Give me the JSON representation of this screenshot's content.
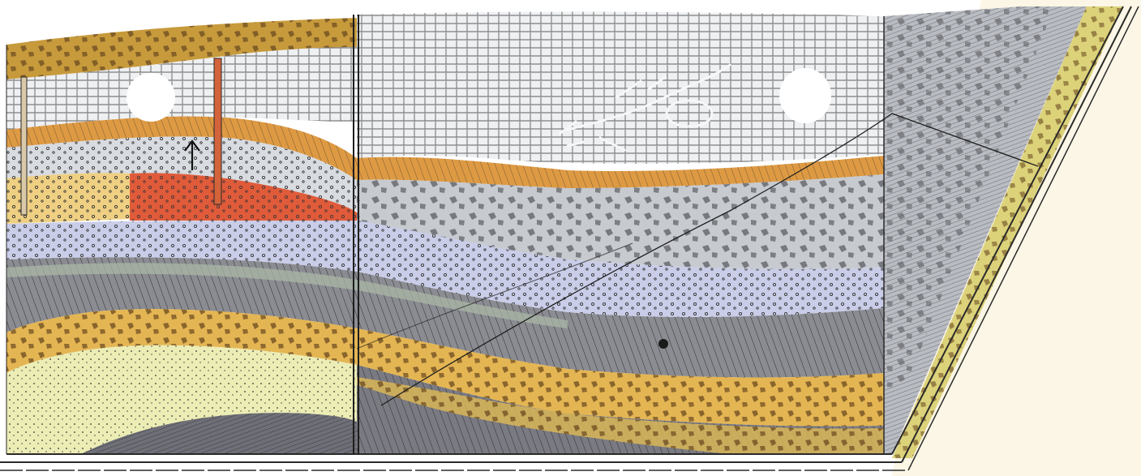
{
  "figure": {
    "kind": "geological cross-section block diagram (illustration, no printed text)",
    "colors": {
      "background": "#ffffff",
      "cream_panel": "#fbf6e6",
      "conglomerate_top": "#c79a3c",
      "sandstone_white": "#eef0f2",
      "orange_band": "#de9a43",
      "gravel_grey": "#d8dbe0",
      "yellow_gravel": "#efd083",
      "red_gravel": "#e05b3a",
      "blue_gravel": "#c9cde8",
      "shale_dark": "#8b8c92",
      "shale_green": "#a9b7a6",
      "ochre_fold": "#e4b553",
      "pale_yellow_sand": "#ecedb5",
      "deep_shale": "#6f6f78",
      "side_face_grey": "#b9bcc2",
      "side_face_yellow": "#dcd27a",
      "ink": "#2a2a2a"
    },
    "icons": [
      "well-pipe-left",
      "well-pipe-red",
      "up-arrow",
      "bore-hole-left",
      "bore-hole-right",
      "fossil-skeleton",
      "fault-line",
      "vertical-divider",
      "dark-nodule"
    ]
  }
}
